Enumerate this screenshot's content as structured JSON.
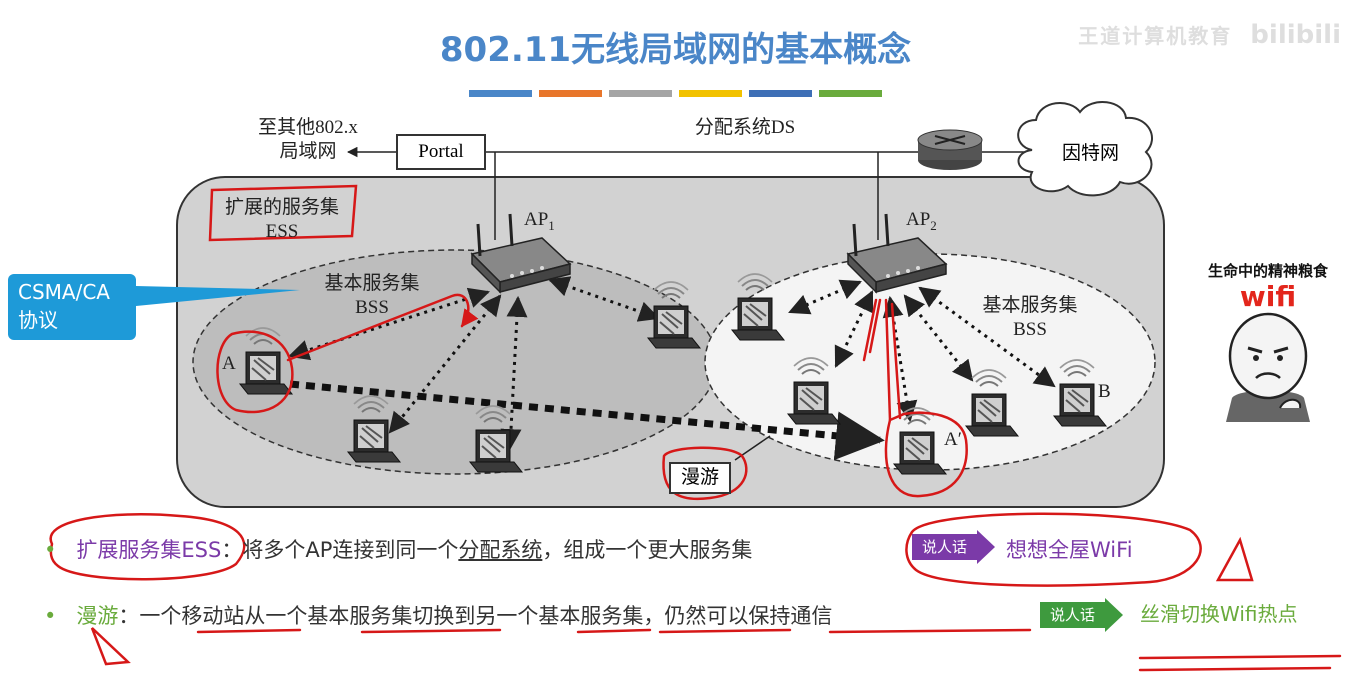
{
  "title": "802.11无线局域网的基本概念",
  "watermark": {
    "text": "王道计算机教育",
    "logo": "bilibili"
  },
  "color_bars": [
    "#4a86c8",
    "#e8762b",
    "#a5a5a5",
    "#f2c200",
    "#3e6fb6",
    "#6aab3c"
  ],
  "diagram": {
    "other_lan": [
      "至其他802.x",
      "局域网"
    ],
    "portal": "Portal",
    "ds": "分配系统DS",
    "internet": "因特网",
    "ess": [
      "扩展的服务集",
      "ESS"
    ],
    "ap1": {
      "base": "AP",
      "sub": "1"
    },
    "ap2": {
      "base": "AP",
      "sub": "2"
    },
    "bss_left": [
      "基本服务集",
      "BSS"
    ],
    "bss_right": [
      "基本服务集",
      "BSS"
    ],
    "station_a": "A",
    "station_a_prime": "A",
    "station_a_prime_mark": "′",
    "station_b": "B",
    "roaming": "漫游",
    "callout": [
      "CSMA/CA",
      "协议"
    ]
  },
  "meme": {
    "caption": "生命中的精神粮食",
    "word": "wifi"
  },
  "bullets": {
    "b1": {
      "term": "扩展服务集ESS",
      "text_before": "：将多个AP连接到同一个",
      "underlined": "分配系统",
      "text_after": "，组成一个更大服务集",
      "tag": "说人话",
      "plain": "想想全屋WiFi"
    },
    "b2": {
      "term": "漫游",
      "text": "：一个移动站从一个基本服务集切换到另一个基本服务集，仍然可以保持通信",
      "tag": "说人话",
      "plain": "丝滑切换Wifi热点"
    }
  }
}
